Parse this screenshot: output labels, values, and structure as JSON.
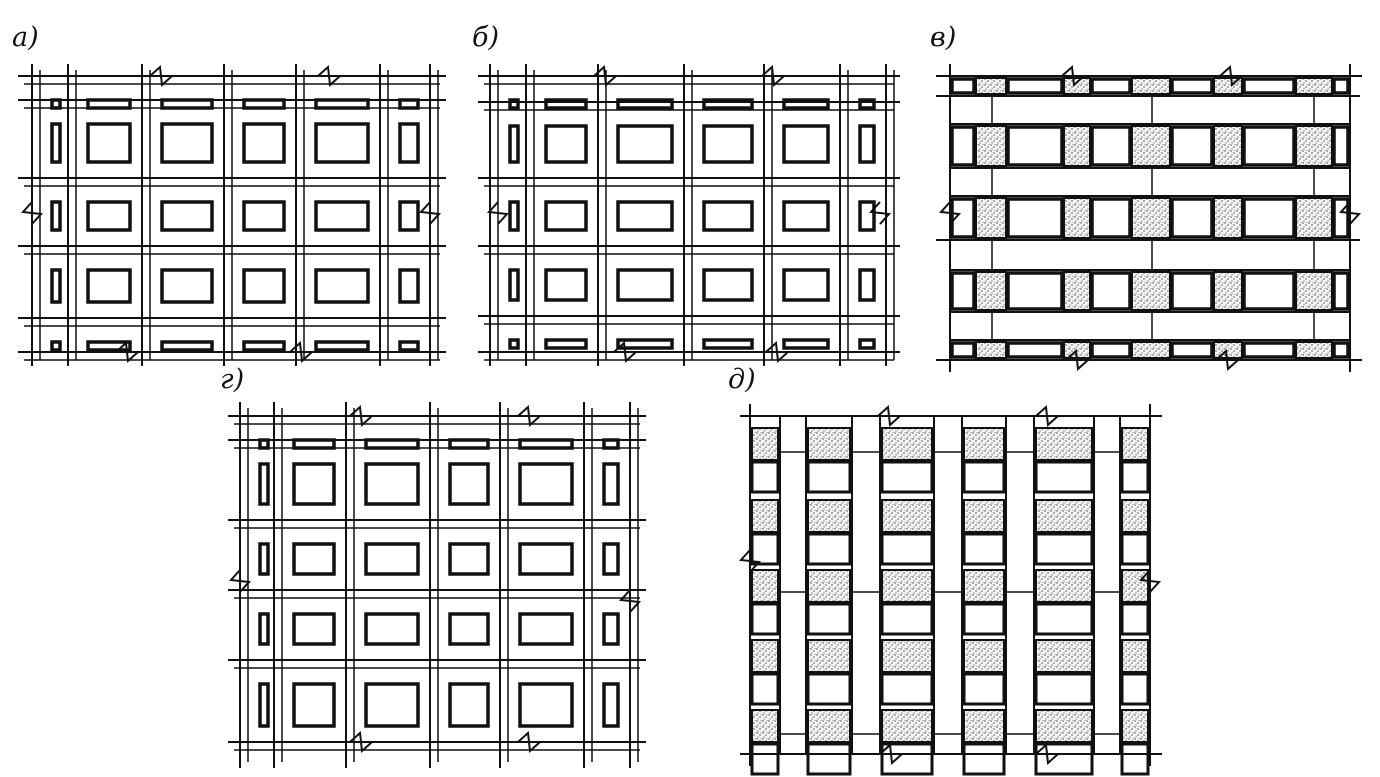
{
  "panels": [
    {
      "id": "a",
      "label": "а)",
      "layout": "grid-cells",
      "cols": 5,
      "rows": 4,
      "infill": "none",
      "bands": "none"
    },
    {
      "id": "b",
      "label": "б)",
      "layout": "grid-cells-wide",
      "cols": 4,
      "rows": 4,
      "infill": "none",
      "bands": "none"
    },
    {
      "id": "v",
      "label": "в)",
      "layout": "horizontal-bands",
      "cols": 8,
      "rows": 5,
      "infill": "stippled-alternate",
      "bands": "horizontal"
    },
    {
      "id": "g",
      "label": "г)",
      "layout": "grid-cells",
      "cols": 5,
      "rows": 5,
      "infill": "none",
      "bands": "none"
    },
    {
      "id": "d",
      "label": "д)",
      "layout": "vertical-bands",
      "cols": 6,
      "rows": 6,
      "infill": "stippled",
      "bands": "vertical"
    }
  ],
  "colors": {
    "ink": "#111111",
    "paper": "#ffffff",
    "stipple": "#555555"
  }
}
